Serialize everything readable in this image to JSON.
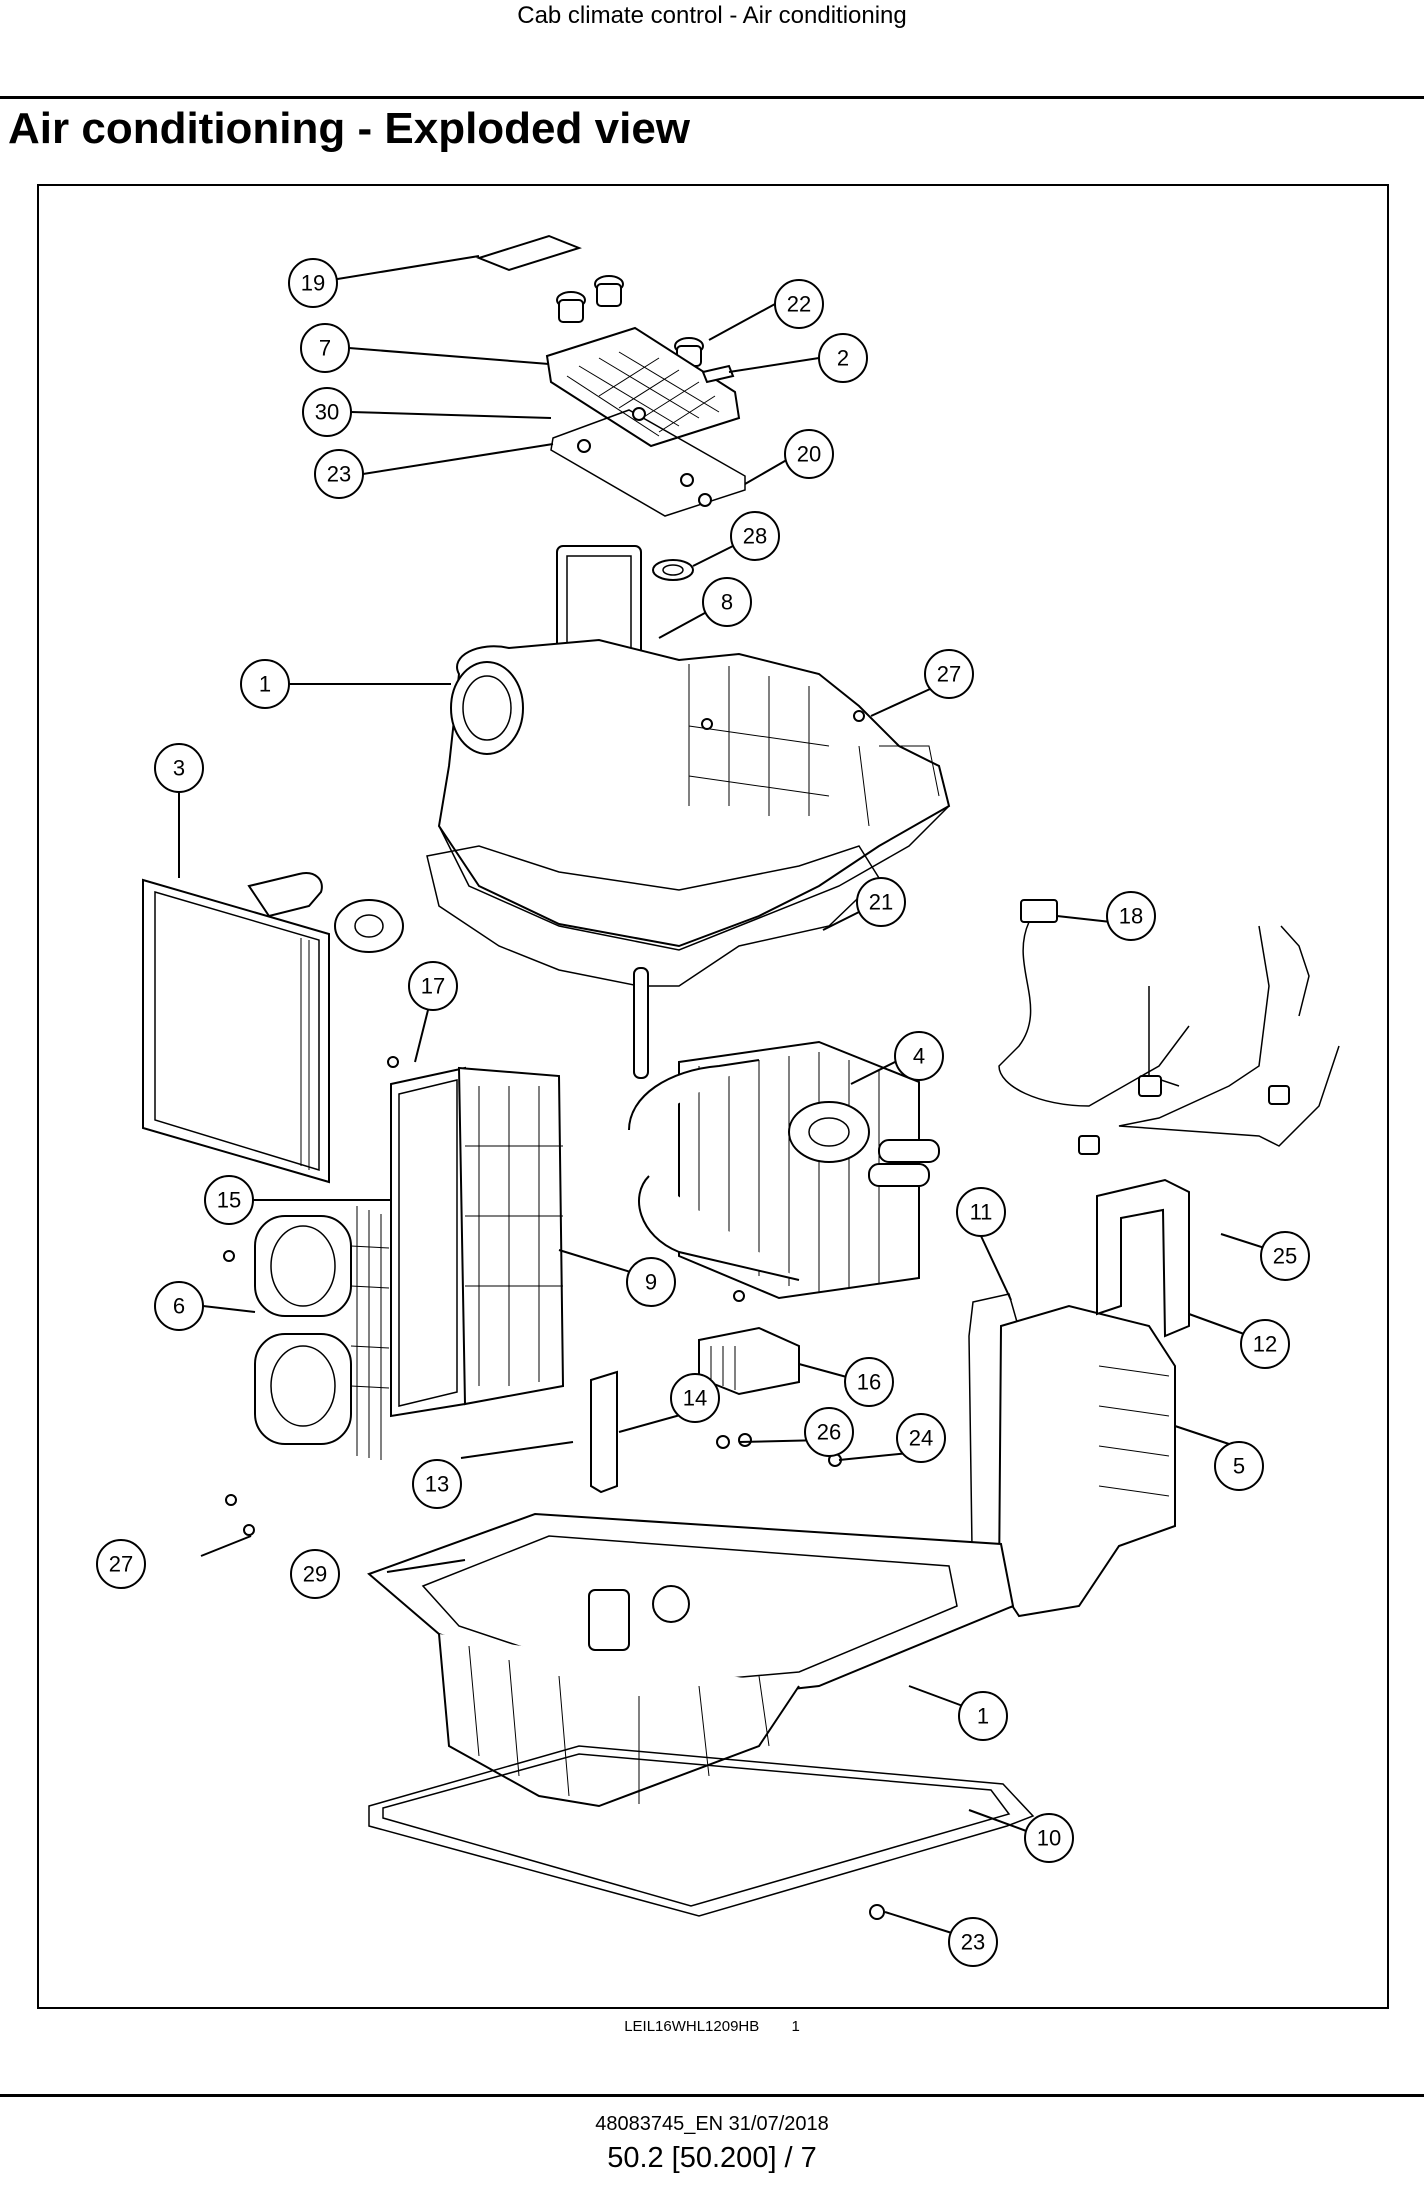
{
  "header": {
    "running_title": "Cab climate control - Air conditioning",
    "page_title": "Air conditioning - Exploded view"
  },
  "figure": {
    "reference_code": "LEIL16WHL1209HB",
    "figure_number": "1",
    "callouts": [
      "19",
      "22",
      "7",
      "2",
      "30",
      "20",
      "23",
      "28",
      "8",
      "1",
      "27",
      "3",
      "21",
      "18",
      "17",
      "4",
      "15",
      "11",
      "25",
      "9",
      "6",
      "12",
      "16",
      "14",
      "26",
      "24",
      "5",
      "13",
      "27",
      "29",
      "1",
      "10",
      "23"
    ]
  },
  "footer": {
    "document_number": "48083745_EN 31/07/2018",
    "page_number": "50.2 [50.200] / 7"
  }
}
